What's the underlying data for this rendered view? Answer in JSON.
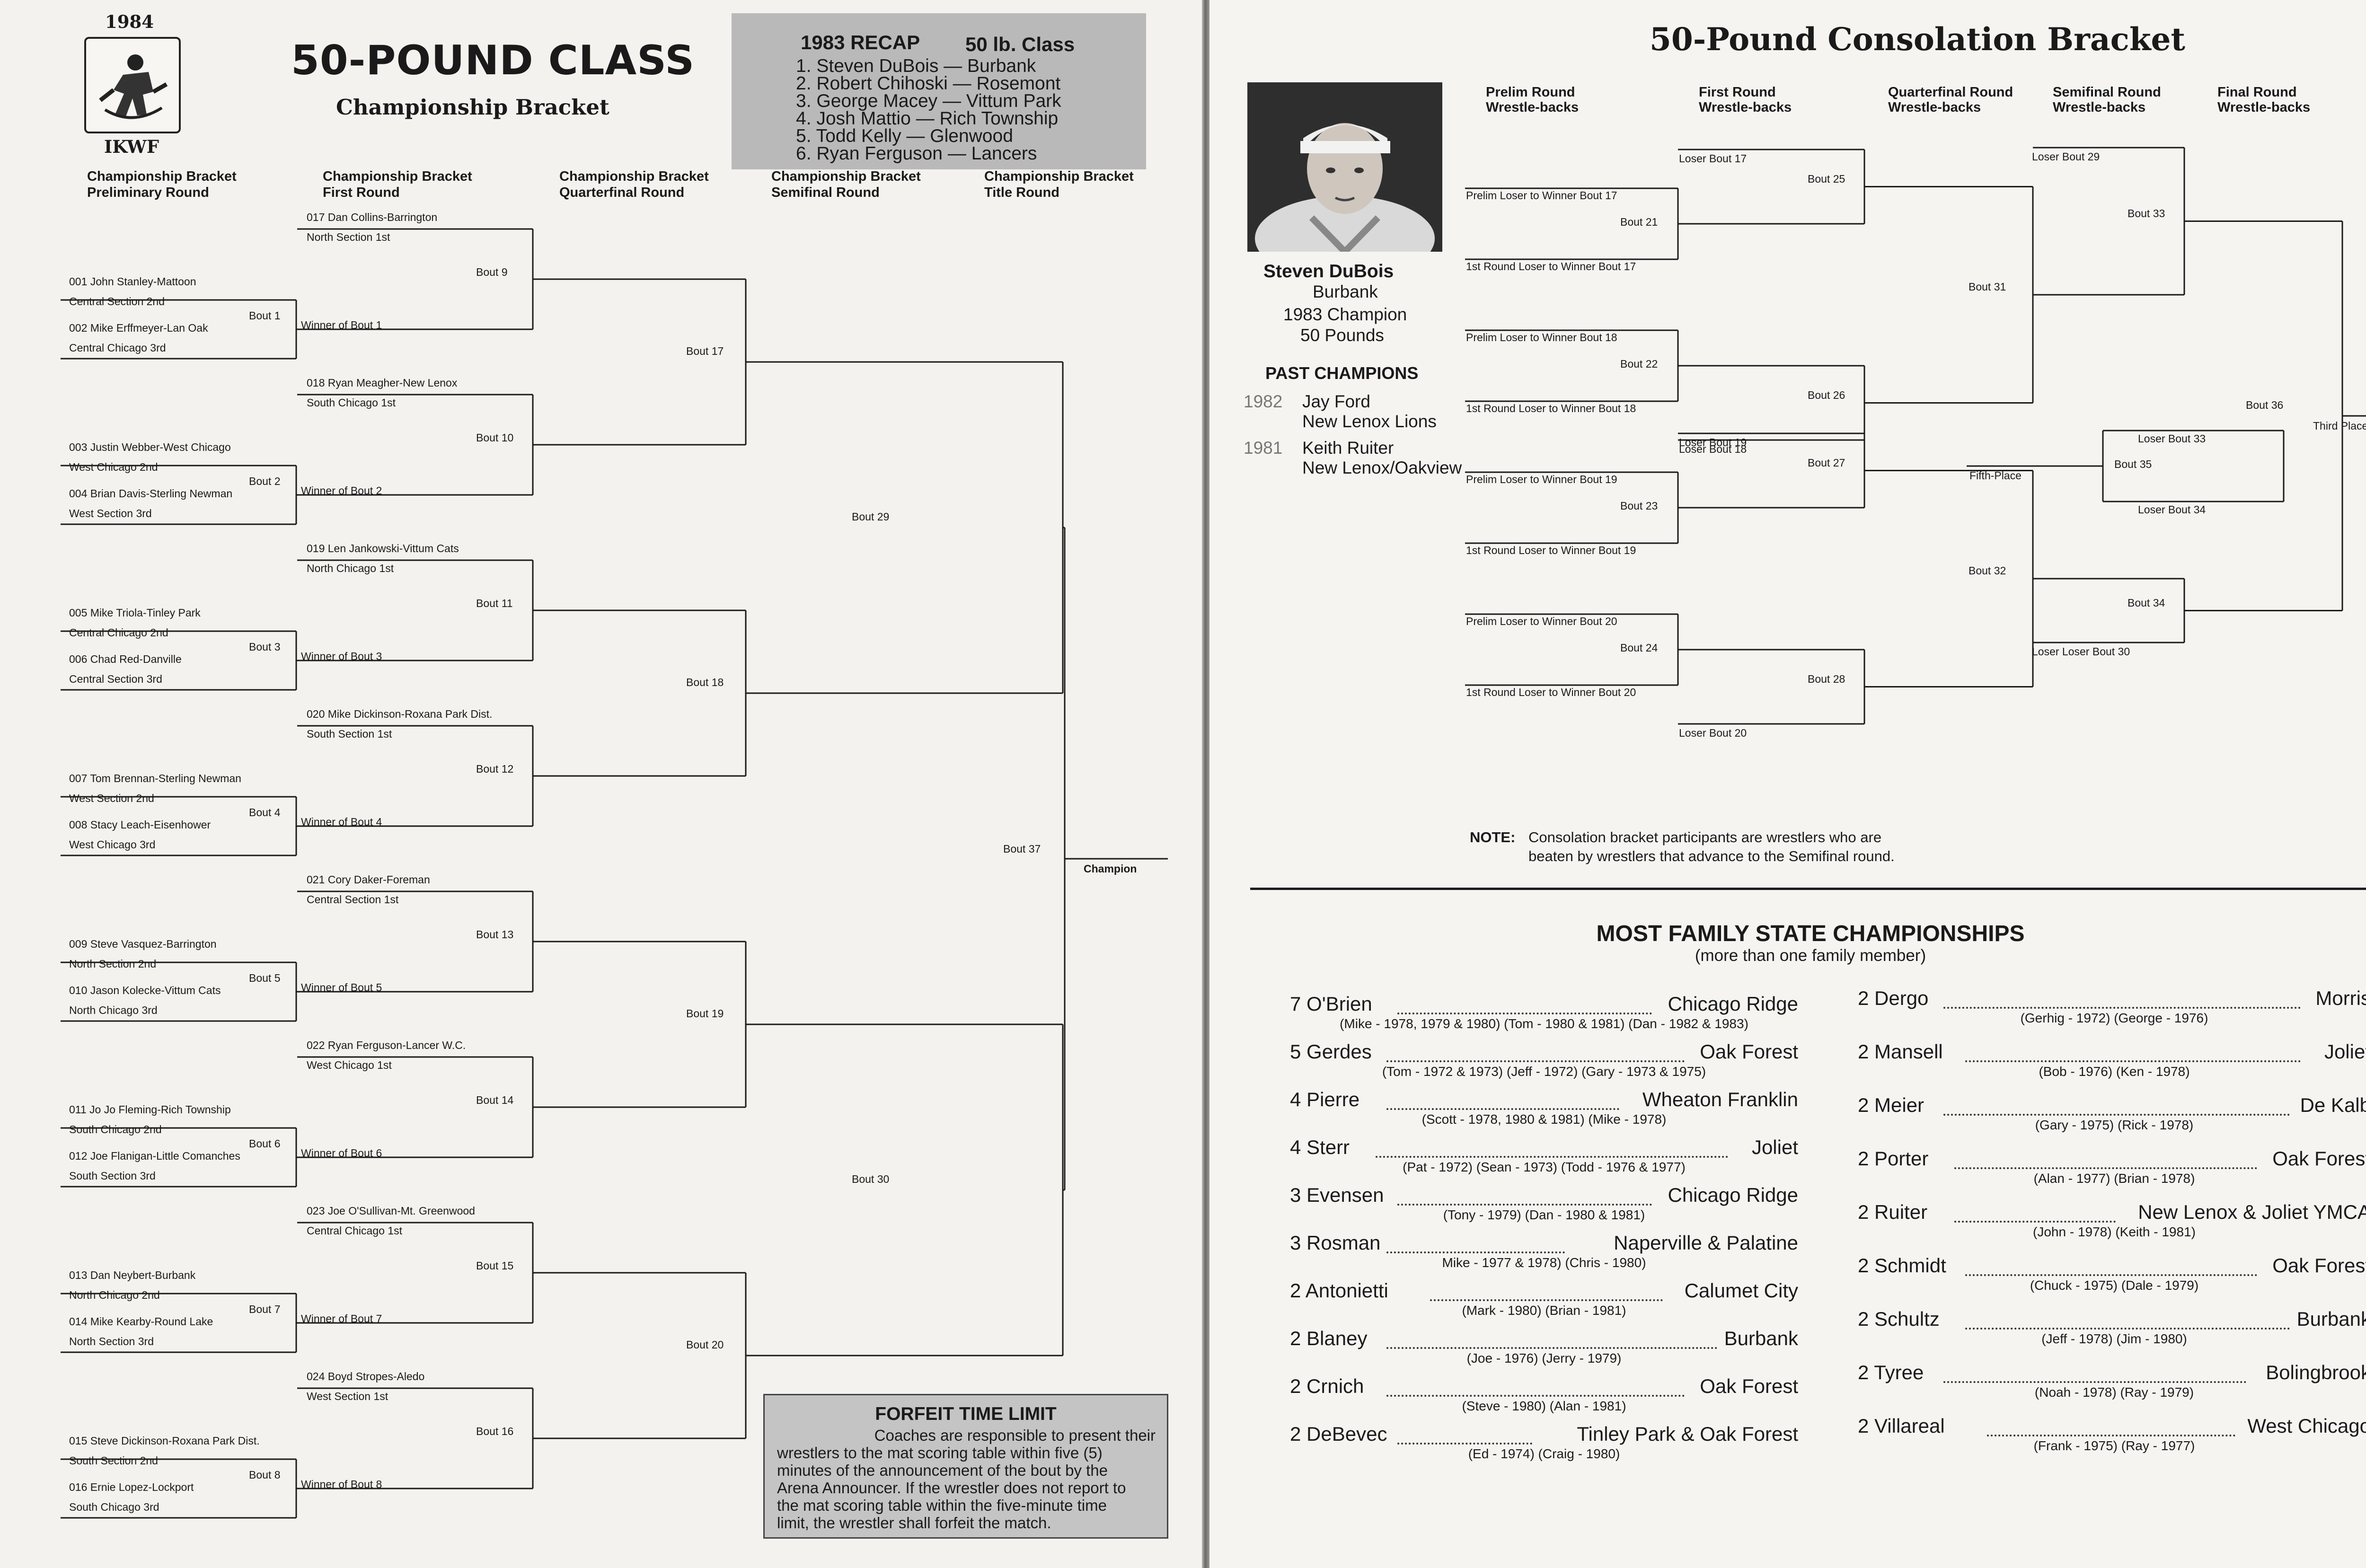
{
  "left": {
    "year": "1984",
    "org": "IKWF",
    "logo_icon": "wrestler-logo-icon",
    "title": "50-POUND CLASS",
    "subtitle": "Championship Bracket",
    "recap": {
      "title": "1983 RECAP",
      "class": "50 lb. Class",
      "entries": [
        "1. Steven DuBois — Burbank",
        "2. Robert Chihoski — Rosemont",
        "3. George Macey — Vittum Park",
        "4. Josh Mattio — Rich Township",
        "5. Todd Kelly — Glenwood",
        "6. Ryan Ferguson — Lancers"
      ]
    },
    "column_headers": [
      [
        "Championship Bracket",
        "Preliminary Round"
      ],
      [
        "Championship Bracket",
        "First Round"
      ],
      [
        "Championship Bracket",
        "Quarterfinal Round"
      ],
      [
        "Championship Bracket",
        "Semifinal Round"
      ],
      [
        "Championship Bracket",
        "Title Round"
      ]
    ],
    "prelim": [
      {
        "top": "001 John Stanley-Mattoon",
        "top_sec": "Central Section 2nd",
        "bottom": "002 Mike Erffmeyer-Lan Oak",
        "bottom_sec": "Central Chicago 3rd",
        "bout": "Bout 1",
        "winner": "Winner of Bout 1"
      },
      {
        "top": "003 Justin Webber-West Chicago",
        "top_sec": "West Chicago 2nd",
        "bottom": "004 Brian Davis-Sterling Newman",
        "bottom_sec": "West Section 3rd",
        "bout": "Bout 2",
        "winner": "Winner of Bout 2"
      },
      {
        "top": "005 Mike Triola-Tinley Park",
        "top_sec": "Central Chicago 2nd",
        "bottom": "006 Chad Red-Danville",
        "bottom_sec": "Central Section 3rd",
        "bout": "Bout 3",
        "winner": "Winner of Bout 3"
      },
      {
        "top": "007 Tom Brennan-Sterling Newman",
        "top_sec": "West Section 2nd",
        "bottom": "008 Stacy Leach-Eisenhower",
        "bottom_sec": "West Chicago 3rd",
        "bout": "Bout 4",
        "winner": "Winner of Bout 4"
      },
      {
        "top": "009 Steve Vasquez-Barrington",
        "top_sec": "North Section 2nd",
        "bottom": "010 Jason Kolecke-Vittum Cats",
        "bottom_sec": "North Chicago 3rd",
        "bout": "Bout 5",
        "winner": "Winner of Bout 5"
      },
      {
        "top": "011 Jo Jo Fleming-Rich Township",
        "top_sec": "South Chicago 2nd",
        "bottom": "012 Joe Flanigan-Little Comanches",
        "bottom_sec": "South Section 3rd",
        "bout": "Bout 6",
        "winner": "Winner of Bout 6"
      },
      {
        "top": "013 Dan Neybert-Burbank",
        "top_sec": "North  Chicago 2nd",
        "bottom": "014 Mike Kearby-Round Lake",
        "bottom_sec": "North Section 3rd",
        "bout": "Bout 7",
        "winner": "Winner of Bout 7"
      },
      {
        "top": "015 Steve Dickinson-Roxana Park Dist.",
        "top_sec": "South Section 2nd",
        "bottom": "016 Ernie Lopez-Lockport",
        "bottom_sec": "South Chicago 3rd",
        "bout": "Bout 8",
        "winner": "Winner of Bout 8"
      }
    ],
    "first_round": [
      {
        "name": "017 Dan Collins-Barrington",
        "sec": "North Section 1st",
        "bout": "Bout  9"
      },
      {
        "name": "018 Ryan Meagher-New Lenox",
        "sec": "South Chicago 1st",
        "bout": "Bout 10"
      },
      {
        "name": "019 Len Jankowski-Vittum Cats",
        "sec": "North Chicago 1st",
        "bout": "Bout 11"
      },
      {
        "name": "020 Mike Dickinson-Roxana Park Dist.",
        "sec": "South Section 1st",
        "bout": "Bout 12"
      },
      {
        "name": "021 Cory Daker-Foreman",
        "sec": "Central Section 1st",
        "bout": "Bout 13"
      },
      {
        "name": "022 Ryan Ferguson-Lancer W.C.",
        "sec": "West Chicago 1st",
        "bout": "Bout 14"
      },
      {
        "name": "023 Joe O'Sullivan-Mt. Greenwood",
        "sec": "Central Chicago 1st",
        "bout": "Bout 15"
      },
      {
        "name": "024 Boyd Stropes-Aledo",
        "sec": "West Section 1st",
        "bout": "Bout 16"
      }
    ],
    "quarter_bouts": [
      "Bout 17",
      "Bout 18",
      "Bout 19",
      "Bout 20"
    ],
    "semi_bouts": [
      "Bout 29",
      "Bout 30"
    ],
    "final_bout": "Bout 37",
    "champion": "Champion",
    "forfeit": {
      "title": "FORFEIT TIME LIMIT",
      "lines": [
        "Coaches are responsible to present their",
        "wrestlers to the mat scoring table within five (5)",
        "minutes of the announcement of the bout by the",
        "Arena Announcer. If the wrestler does not report to",
        "the mat scoring table within the five-minute time",
        "limit, the wrestler shall forfeit the match."
      ]
    }
  },
  "right": {
    "title": "50-Pound Consolation Bracket",
    "column_headers": [
      [
        "Prelim Round",
        "Wrestle-backs"
      ],
      [
        "First Round",
        "Wrestle-backs"
      ],
      [
        "Quarterfinal Round",
        "Wrestle-backs"
      ],
      [
        "Semifinal Round",
        "Wrestle-backs"
      ],
      [
        "Final Round",
        "Wrestle-backs"
      ]
    ],
    "champion_photo_icon": "wrestler-portrait-photo",
    "champion": {
      "name": "Steven DuBois",
      "team": "Burbank",
      "title": "1983 Champion",
      "weight": "50 Pounds"
    },
    "past_champions": {
      "heading": "PAST CHAMPIONS",
      "entries": [
        {
          "year": "1982",
          "name": "Jay Ford",
          "team": "New Lenox Lions"
        },
        {
          "year": "1981",
          "name": "Keith Ruiter",
          "team": "New Lenox/Oakview"
        }
      ]
    },
    "prelim_wb": [
      {
        "top": "Prelim Loser to Winner Bout 17",
        "bottom": "1st Round Loser to Winner Bout 17",
        "bout": "Bout 21"
      },
      {
        "top": "Prelim Loser to Winner Bout 18",
        "bottom": "1st Round Loser to Winner Bout 18",
        "bout": "Bout 22"
      },
      {
        "top": "Prelim Loser to Winner Bout 19",
        "bottom": "1st Round Loser to Winner Bout 19",
        "bout": "Bout 23"
      },
      {
        "top": "Prelim Loser to Winner Bout 20",
        "bottom": "1st Round Loser to Winner Bout 20",
        "bout": "Bout 24"
      }
    ],
    "first_wb": [
      {
        "loser": "Loser Bout 17",
        "bout": "Bout 25"
      },
      {
        "loser": "Loser Bout 18",
        "bout": "Bout 26"
      },
      {
        "loser": "Loser Bout 19",
        "bout": "Bout 27"
      },
      {
        "loser": "Loser Bout 20",
        "bout": "Bout 28"
      }
    ],
    "quarter_wb": [
      {
        "bout": "Bout 31"
      },
      {
        "bout": "Bout 32"
      }
    ],
    "semi_wb": [
      {
        "loser": "Loser Bout 29",
        "bout": "Bout 33"
      },
      {
        "loser": "Loser Loser Bout 30",
        "bout": "Bout 34"
      }
    ],
    "fifth": {
      "label": "Fifth-Place",
      "top": "Loser Bout 33",
      "bottom": "Loser Bout 34",
      "bout": "Bout 35"
    },
    "third": {
      "bout": "Bout 36",
      "label": "Third Place"
    },
    "note_label": "NOTE:",
    "note_lines": [
      "Consolation bracket participants are wrestlers who are",
      "beaten by wrestlers that advance to the Semifinal round."
    ],
    "family": {
      "title": "MOST FAMILY STATE CHAMPIONSHIPS",
      "subtitle": "(more than one family member)",
      "left": [
        {
          "count": "7",
          "name": "O'Brien",
          "place": "Chicago Ridge",
          "years": "(Mike - 1978, 1979 & 1980)  (Tom - 1980 & 1981)  (Dan - 1982 & 1983)"
        },
        {
          "count": "5",
          "name": "Gerdes",
          "place": "Oak Forest",
          "years": "(Tom - 1972 & 1973)  (Jeff - 1972)  (Gary - 1973 & 1975)"
        },
        {
          "count": "4",
          "name": "Pierre",
          "place": "Wheaton Franklin",
          "years": "(Scott - 1978, 1980 & 1981)  (Mike - 1978)"
        },
        {
          "count": "4",
          "name": "Sterr",
          "place": "Joliet",
          "years": "(Pat - 1972)  (Sean - 1973)  (Todd - 1976 & 1977)"
        },
        {
          "count": "3",
          "name": "Evensen",
          "place": "Chicago Ridge",
          "years": "(Tony - 1979)  (Dan - 1980 & 1981)"
        },
        {
          "count": "3",
          "name": "Rosman",
          "place": "Naperville & Palatine",
          "years": "Mike - 1977 & 1978)  (Chris - 1980)"
        },
        {
          "count": "2",
          "name": "Antonietti",
          "place": "Calumet City",
          "years": "(Mark - 1980)  (Brian - 1981)"
        },
        {
          "count": "2",
          "name": "Blaney",
          "place": "Burbank",
          "years": "(Joe - 1976)  (Jerry - 1979)"
        },
        {
          "count": "2",
          "name": "Crnich",
          "place": "Oak Forest",
          "years": "(Steve - 1980)  (Alan - 1981)"
        },
        {
          "count": "2",
          "name": "DeBevec",
          "place": "Tinley Park & Oak Forest",
          "years": "(Ed - 1974)  (Craig - 1980)"
        }
      ],
      "right": [
        {
          "count": "2",
          "name": "Dergo",
          "place": "Morris",
          "years": "(Gerhig - 1972)  (George - 1976)"
        },
        {
          "count": "2",
          "name": "Mansell",
          "place": "Joliet",
          "years": "(Bob - 1976)  (Ken - 1978)"
        },
        {
          "count": "2",
          "name": "Meier",
          "place": "De Kalb",
          "years": "(Gary - 1975)  (Rick - 1978)"
        },
        {
          "count": "2",
          "name": "Porter",
          "place": "Oak Forest",
          "years": "(Alan - 1977)  (Brian - 1978)"
        },
        {
          "count": "2",
          "name": "Ruiter",
          "place": "New Lenox & Joliet YMCA",
          "years": "(John - 1978)  (Keith - 1981)"
        },
        {
          "count": "2",
          "name": "Schmidt",
          "place": "Oak Forest",
          "years": "(Chuck - 1975)  (Dale - 1979)"
        },
        {
          "count": "2",
          "name": "Schultz",
          "place": "Burbank",
          "years": "(Jeff - 1978)  (Jim - 1980)"
        },
        {
          "count": "2",
          "name": "Tyree",
          "place": "Bolingbrook",
          "years": "(Noah - 1978)  (Ray - 1979)"
        },
        {
          "count": "2",
          "name": "Villareal",
          "place": "West Chicago",
          "years": "(Frank - 1975)  (Ray - 1977)"
        }
      ]
    }
  }
}
